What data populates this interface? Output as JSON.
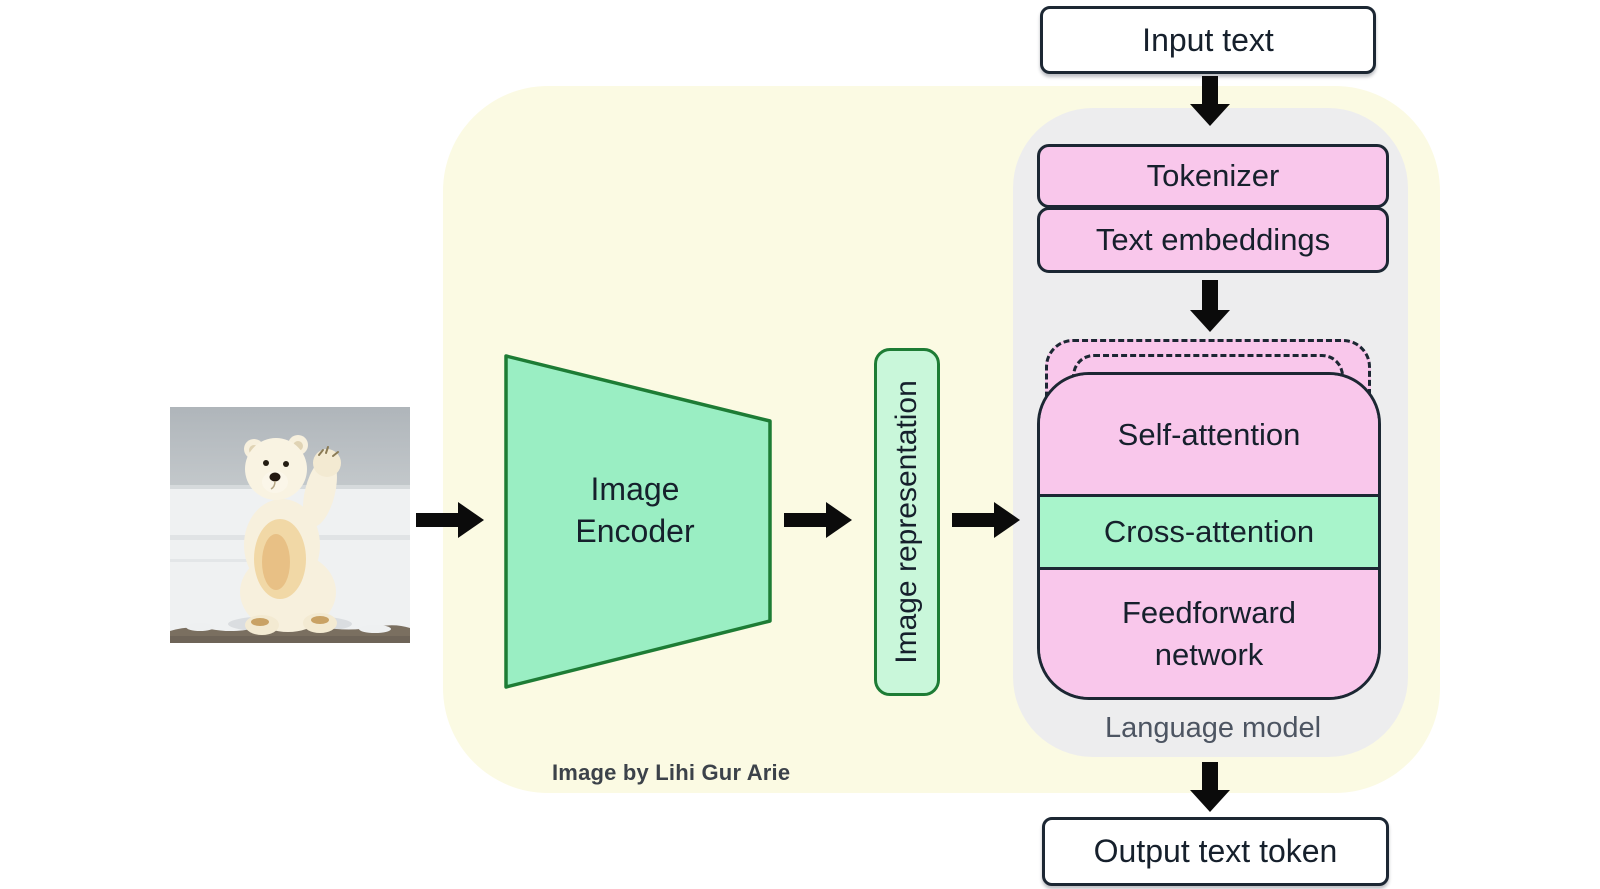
{
  "labels": {
    "input_text": "Input text",
    "tokenizer": "Tokenizer",
    "text_embeddings": "Text embeddings",
    "self_attention": "Self-attention",
    "cross_attention": "Cross-attention",
    "feedforward_network": "Feedforward network",
    "language_model": "Language model",
    "output_text_token": "Output text token",
    "image_encoder": "Image Encoder",
    "image_representation": "Image representation",
    "credit": "Image by Lihi Gur Arie"
  },
  "icons": {
    "right_arrow": "right-arrow",
    "down_arrow": "down-arrow",
    "polar_bear": "polar-bear-photo"
  },
  "colors": {
    "panel-yellow": "#fbfae3",
    "panel-gray": "#ededee",
    "box-pink": "#f9c7eb",
    "box-mint": "#a8f4cb",
    "encoder-green": "#9aeec3",
    "representation-green": "#c9f7da",
    "green-border": "#1d7c35",
    "navy-border": "#1c2733",
    "arrow-black": "#0b0b0b",
    "text-dark": "#16202c",
    "text-gray": "#4d5562",
    "credit-gray": "#3c424a"
  }
}
